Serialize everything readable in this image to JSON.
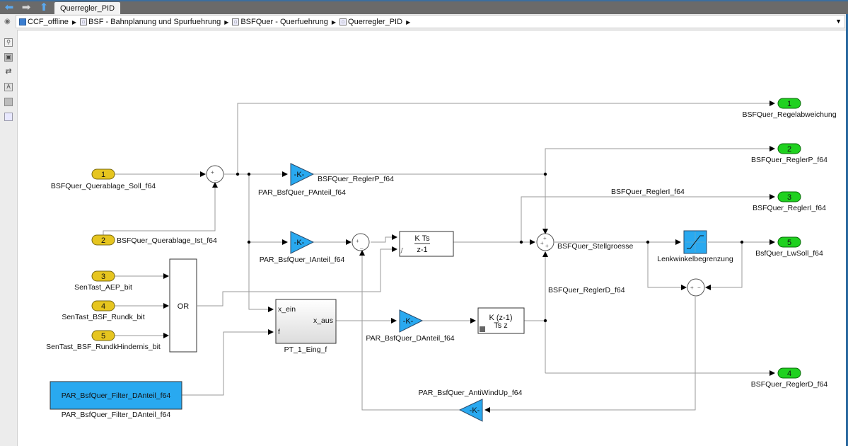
{
  "window": {
    "tab_title": "Querregler_PID",
    "nav": {
      "back": "back-arrow",
      "forward": "forward-arrow",
      "up": "up-arrow"
    }
  },
  "breadcrumb": [
    {
      "label": "CCF_offline",
      "icon": "model-icon"
    },
    {
      "label": "BSF - Bahnplanung und Spurfuehrung",
      "icon": "subsystem-icon"
    },
    {
      "label": "BSFQuer - Querfuehrung",
      "icon": "subsystem-icon"
    },
    {
      "label": "Querregler_PID",
      "icon": "subsystem-icon"
    }
  ],
  "toolbar": [
    "zoom-icon",
    "fit-view-icon",
    "arrows-icon",
    "annotation-icon",
    "image-icon",
    "area-icon"
  ],
  "colors": {
    "inport": "#e6c51f",
    "outport": "#1fd11f",
    "gain": "#29a9f0",
    "line": "#9a9a9a"
  },
  "diagram": {
    "inports": [
      {
        "num": "1",
        "name": "BSFQuer_Querablage_Soll_f64"
      },
      {
        "num": "2",
        "name": "BSFQuer_Querablage_Ist_f64"
      },
      {
        "num": "3",
        "name": "SenTast_AEP_bit"
      },
      {
        "num": "4",
        "name": "SenTast_BSF_Rundk_bit"
      },
      {
        "num": "5",
        "name": "SenTast_BSF_RundkHindernis_bit"
      }
    ],
    "outports": [
      {
        "num": "1",
        "name": "BSFQuer_Regelabweichung"
      },
      {
        "num": "2",
        "name": "BSFQuer_ReglerP_f64"
      },
      {
        "num": "3",
        "name": "BSFQuer_ReglerI_f64"
      },
      {
        "num": "5",
        "name": "BsfQuer_LwSoll_f64"
      },
      {
        "num": "4",
        "name": "BSFQuer_ReglerD_f64"
      }
    ],
    "gains": [
      {
        "text": "-K-",
        "name": "PAR_BsfQuer_PAnteil_f64"
      },
      {
        "text": "-K-",
        "name": "PAR_BsfQuer_IAnteil_f64"
      },
      {
        "text": "-K-",
        "name": "PAR_BsfQuer_DAnteil_f64"
      },
      {
        "text": "-K-",
        "name": "PAR_BsfQuer_AntiWindUp_f64"
      }
    ],
    "or_block": "OR",
    "integrator": {
      "num": "K Ts",
      "den": "z-1"
    },
    "derivative": {
      "num": "K (z-1)",
      "den": "Ts z"
    },
    "pt1": {
      "in1": "x_ein",
      "in2": "f",
      "out": "x_aus",
      "name": "PT_1_Eing_f"
    },
    "constant": {
      "value": "PAR_BsfQuer_Filter_DAnteil_f64",
      "name": "PAR_BsfQuer_Filter_DAnteil_f64"
    },
    "saturation": {
      "name": "Lenkwinkelbegrenzung"
    },
    "signals": {
      "p": "BSFQuer_ReglerP_f64",
      "i": "BSFQuer_ReglerI_f64",
      "d": "BSFQuer_ReglerD_f64",
      "stell": "BSFQuer_Stellgroesse"
    }
  }
}
